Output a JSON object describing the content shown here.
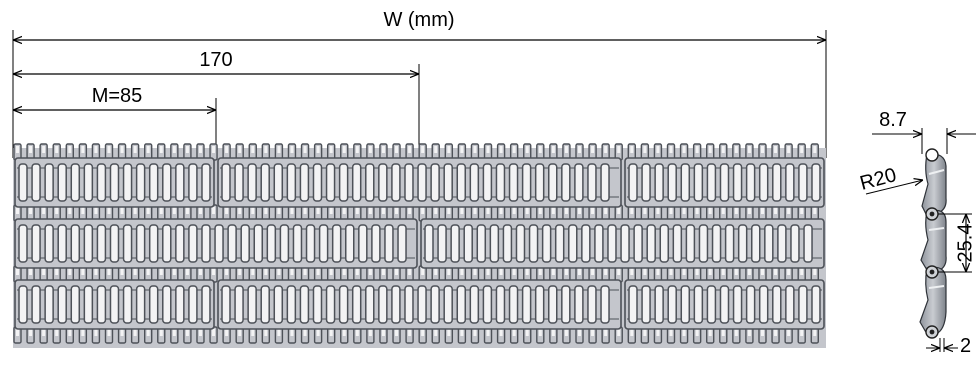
{
  "top_view": {
    "width_label": "W (mm)",
    "double_module_label": "170",
    "module_label": "M=85"
  },
  "side_view": {
    "thickness_label": "8.7",
    "radius_label": "R20",
    "pitch_label": "25.4",
    "tip_label": "2"
  },
  "colors": {
    "belt_fill": "#c4c6cc",
    "belt_dark": "#4d5158",
    "slot_fill": "#f3f3f4",
    "line": "#000000"
  }
}
